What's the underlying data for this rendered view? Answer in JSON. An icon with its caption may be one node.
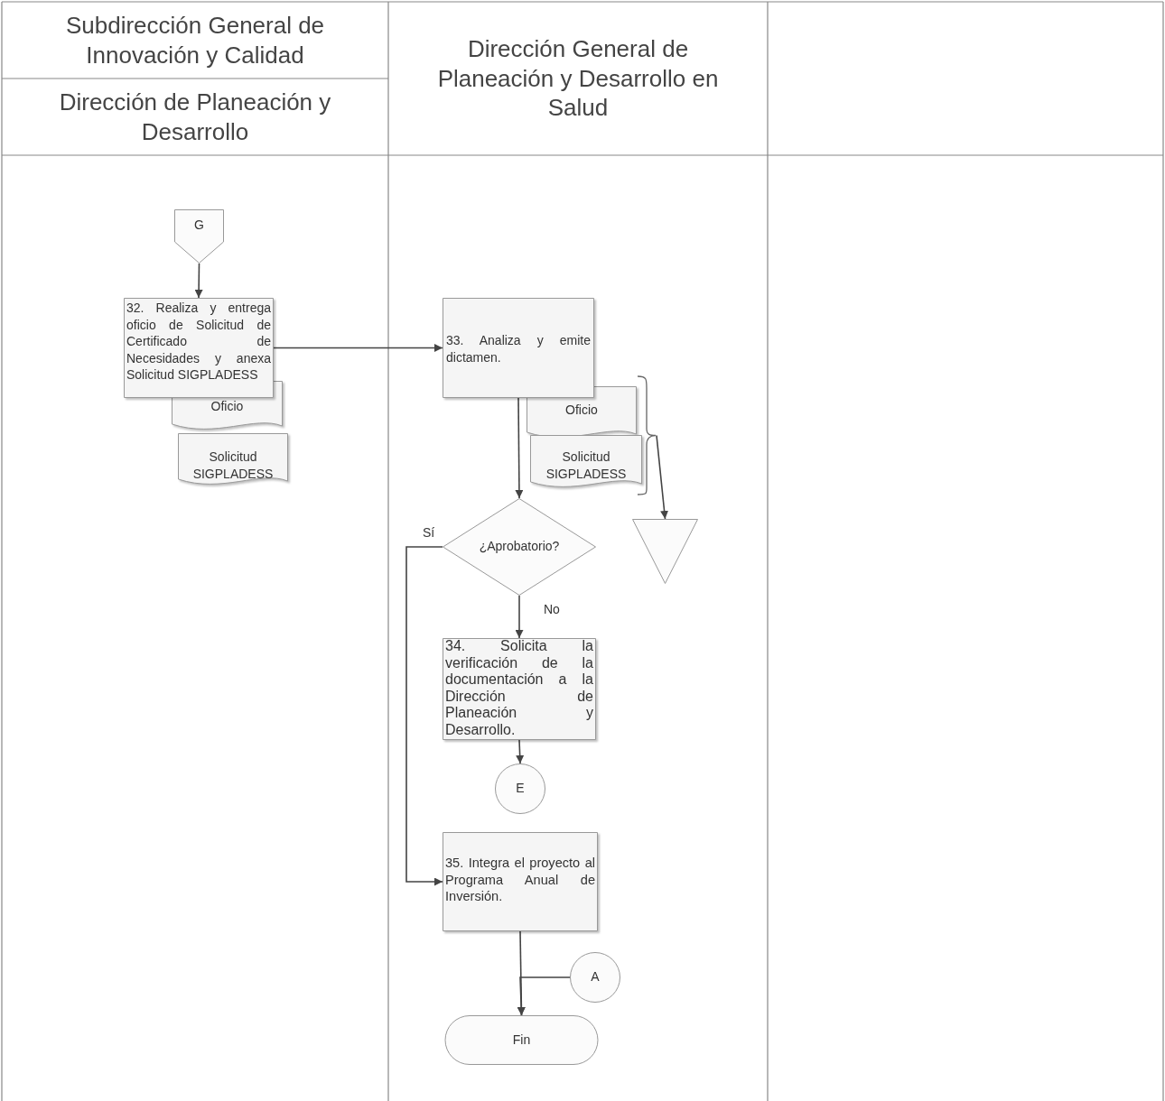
{
  "diagram": {
    "nodes": [
      {
        "text": [
          "Subdirección General de Innovación y Calidad"
        ]
      },
      {
        "text": [
          "Dirección de Planeación y Desarrollo"
        ]
      },
      {
        "text": [
          "Dirección General de Planeación y Desarrollo en Salud"
        ]
      },
      {
        "text": [
          "G"
        ]
      },
      {
        "text": [
          "32. Realiza y entrega oficio de Solicitud de Certificado de Necesidades y anexa Solicitud SIGPLADESS"
        ]
      },
      {
        "text": [
          "Oficio"
        ]
      },
      {
        "text": [
          "Solicitud SIGPLADESS"
        ]
      },
      {
        "text": [
          "33. Analiza y emite dictamen."
        ]
      },
      {
        "text": [
          "Oficio"
        ]
      },
      {
        "text": [
          "Solicitud SIGPLADESS"
        ]
      },
      {
        "text": [
          "¿Aprobatorio?"
        ]
      },
      {
        "text": [
          "34. Solicita la verificación de la documentación a la Dirección de Planeación y Desarrollo."
        ]
      },
      {
        "text": [
          "E"
        ]
      },
      {
        "text": [
          "35. Integra el proyecto al Programa Anual de Inversión."
        ]
      },
      {
        "text": [
          "A"
        ]
      },
      {
        "text": [
          "Fin"
        ]
      },
      {
        "text": [],
        "shape": "triangle"
      },
      {
        "text": [],
        "shape": "bracket"
      }
    ],
    "edges": [
      {
        "from": 3,
        "to": 4,
        "arrow": "to"
      },
      {
        "from": 4,
        "to": 7,
        "arrow": "to"
      },
      {
        "from": 7,
        "to": 10,
        "arrow": "to"
      },
      {
        "from": 10,
        "to": 11,
        "arrow": "to",
        "label": "No"
      },
      {
        "from": 10,
        "to": 13,
        "arrow": "to",
        "label": "Sí"
      },
      {
        "from": 11,
        "to": 12,
        "arrow": "to"
      },
      {
        "from": 13,
        "to": 15,
        "arrow": "to"
      },
      {
        "from": 14,
        "to": 15,
        "arrow": "to"
      },
      {
        "from": 17,
        "to": 16,
        "arrow": "to"
      }
    ]
  }
}
